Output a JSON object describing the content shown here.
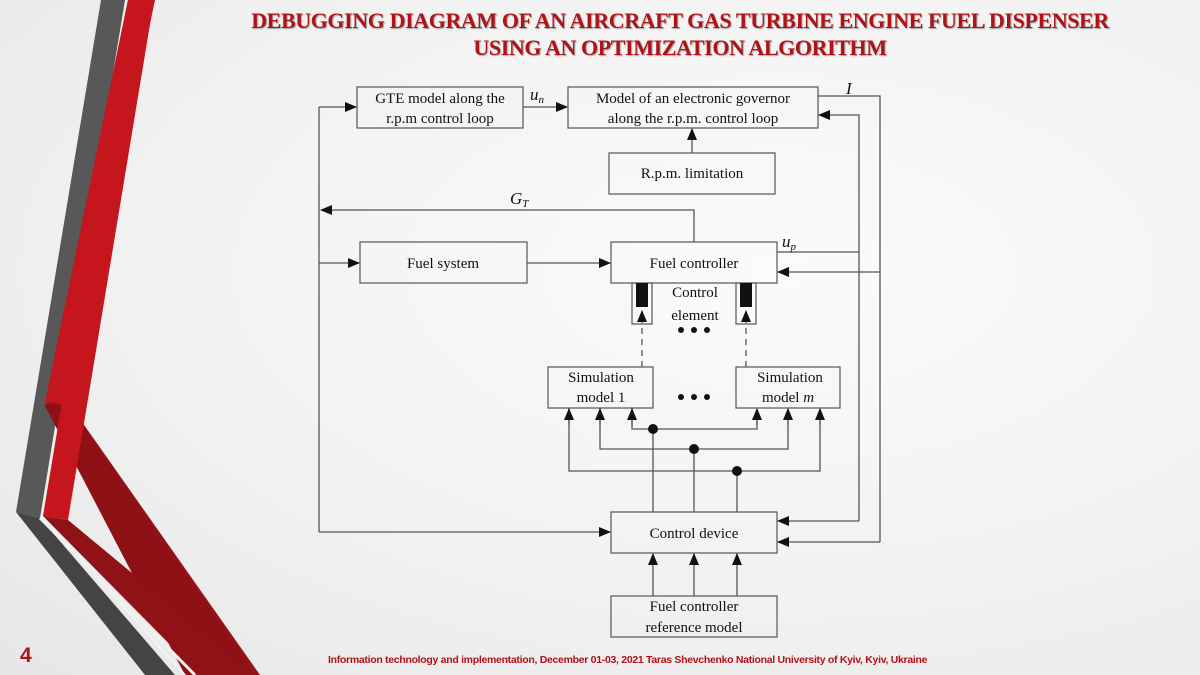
{
  "slide": {
    "title_lines": [
      "DEBUGGING DIAGRAM OF AN AIRCRAFT GAS TURBINE ENGINE FUEL DISPENSER",
      "USING AN OPTIMIZATION  ALGORITHM"
    ],
    "page_number": "4",
    "footer": "Information technology and implementation, December 01-03, 2021 Taras Shevchenko National University of Kyiv, Kyiv, Ukraine",
    "colors": {
      "accent_red": "#b01218",
      "stripe_gray": "#555555",
      "stripe_red": "#c4161c"
    }
  },
  "diagram": {
    "blocks": {
      "gte_model": [
        "GTE model along the",
        "r.p.m control loop"
      ],
      "governor": [
        "Model of an electronic governor",
        "along the r.p.m. control loop"
      ],
      "rpm_limitation": [
        "R.p.m. limitation"
      ],
      "fuel_system": [
        "Fuel system"
      ],
      "fuel_controller": [
        "Fuel controller"
      ],
      "sim_model_1": [
        "Simulation",
        "model 1"
      ],
      "sim_model_m": [
        "Simulation",
        "model "
      ],
      "sim_model_m_var": "m",
      "control_device": [
        "Control device"
      ],
      "reference_model": [
        "Fuel controller",
        "reference model"
      ]
    },
    "labels": {
      "control_element": [
        "Control",
        "element"
      ],
      "ellipsis": "•••",
      "u_n": "u",
      "u_n_sub": "n",
      "u_p": "u",
      "u_p_sub": "p",
      "G_T": "G",
      "G_T_sub": "T",
      "I": "I"
    }
  }
}
